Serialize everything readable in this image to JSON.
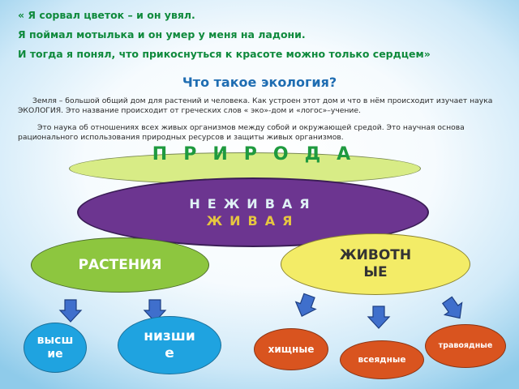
{
  "quote": {
    "line1": "« Я сорвал цветок – и он увял.",
    "line2": "Я поймал мотылька и он умер у меня на ладони.",
    "line3": "И тогда я понял, что прикоснуться к красоте можно только сердцем»"
  },
  "title": "Что такое экология?",
  "paragraph1": "Земля – большой общий дом для растений и человека. Как устроен этот дом и что в нём происходит изучает наука ЭКОЛОГИЯ. Это название происходит от греческих слов « эко»-дом и «логос»–учение.",
  "paragraph2": "Это наука об отношениях всех живых организмов между собой и окружающей средой. Это научная основа рационального использования природных ресурсов и защиты живых организмов.",
  "diagram": {
    "root": "ПРИРОДА",
    "nonliving": "НЕЖИВАЯ",
    "living": "ЖИВАЯ",
    "plants": "РАСТЕНИЯ",
    "animals": "ЖИВОТНЫЕ",
    "plants_higher": "высшие",
    "plants_lower": "низшие",
    "animals_predators": "хищные",
    "animals_omnivores": "всеядные",
    "animals_herbivores": "травоядные"
  },
  "colors": {
    "quote_green": "#0f8a3c",
    "title_blue": "#1f6db2",
    "priroda_fill": "#d8ec86",
    "neziv_fill": "#6c3590",
    "plants_fill": "#8dc63f",
    "animals_fill": "#f3ec67",
    "blue_oval": "#1fa3e0",
    "orange_oval": "#d9541f",
    "arrow_fill": "#3f6fcc"
  },
  "icons": [
    "down-arrow-icon"
  ]
}
